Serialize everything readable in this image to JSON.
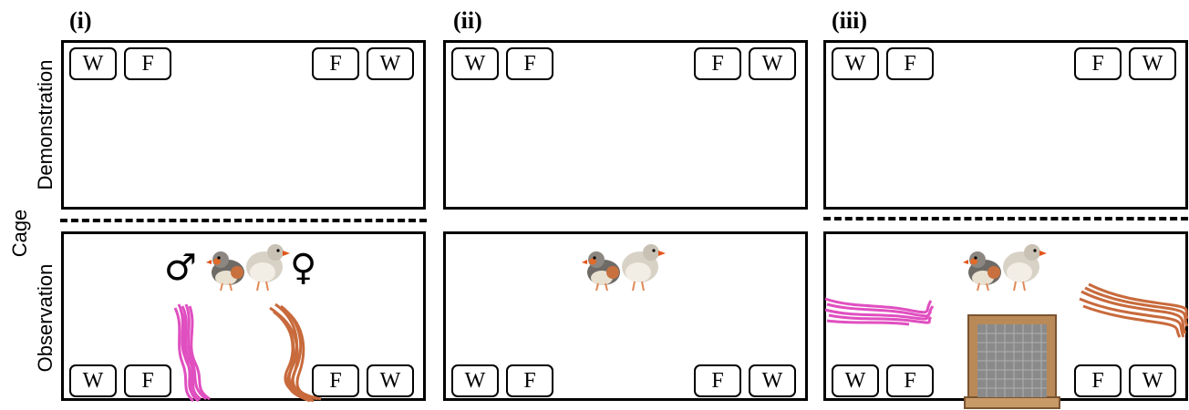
{
  "axis_labels": {
    "cage": "Cage",
    "demonstration": "Demonstration",
    "observation": "Observation"
  },
  "panels": [
    {
      "label": "(i)"
    },
    {
      "label": "(ii)"
    },
    {
      "label": "(iii)"
    }
  ],
  "box_labels": {
    "water": "W",
    "food": "F"
  },
  "symbols": {
    "male": "♂",
    "female": "♀"
  },
  "colors": {
    "pink_string": "#e04fc0",
    "orange_string": "#c86a3c",
    "wood": "#b98a58",
    "mesh": "#8a8a8a"
  }
}
